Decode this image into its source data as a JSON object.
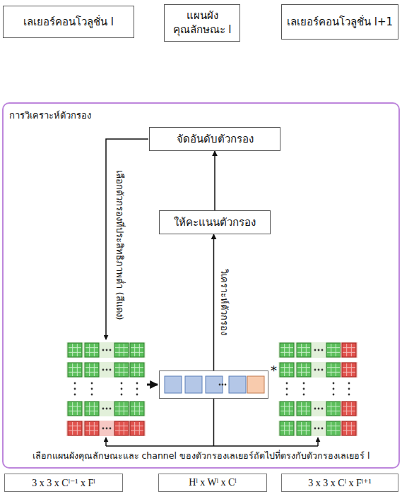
{
  "diagram": {
    "nodes": [
      {
        "text": [
          "เลเยอร์คอนโวลูชั่น l"
        ]
      },
      {
        "text": [
          "แผนผังคุณลักษณะ l"
        ]
      },
      {
        "text": [
          "เลเยอร์คอนโวลูชั่น l+1"
        ]
      },
      {
        "text": [
          "การวิเคราะห์ตัวกรอง"
        ]
      },
      {
        "text": [
          "จัดอันดับตัวกรอง"
        ],
        "in": 3
      },
      {
        "text": [
          "ให้คะแนนตัวกรอง"
        ],
        "in": 3
      },
      {
        "text": [
          "*"
        ],
        "in": 3
      },
      {
        "text": [
          "3 x 3 x Cˡ⁻¹ x Fˡ"
        ]
      },
      {
        "text": [
          "Hˡ x Wˡ x Cˡ"
        ]
      },
      {
        "text": [
          "3 x 3 x Cˡ x Fˡ⁺¹"
        ]
      }
    ],
    "edges": [
      {
        "from": 6,
        "to": 5,
        "arrow": "to",
        "label": "วิเคราะห์ตัวกรอง"
      },
      {
        "from": 5,
        "to": 4,
        "arrow": "to"
      }
    ],
    "labels": [
      "เลือกตัวกรองที่ประสิทธิภาพต่ำ (สีแดง)",
      "เลือกแผนผังคุณลักษณะและ channel ของตัวกรองเลเยอร์ถัดไปที่ตรงกับตัวกรองเลเยอร์ l"
    ]
  }
}
